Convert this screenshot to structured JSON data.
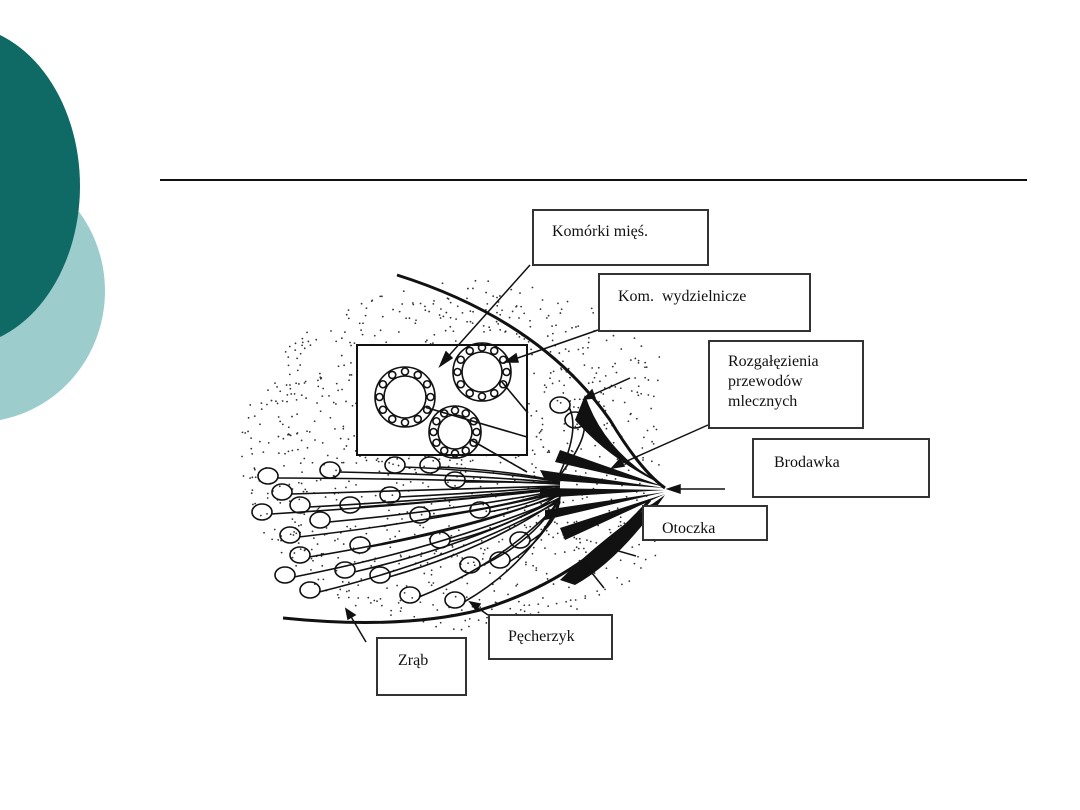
{
  "labels": {
    "muscle_cells": "Komórki mięś.",
    "secretory_cells": "Kom.  wydzielnicze",
    "duct_branches": [
      "Rozgałęzienia",
      "przewodów",
      "mlecznych"
    ],
    "nipple": "Brodawka",
    "areola": "Otoczka",
    "stroma": "Zrąb",
    "alveolus": "Pęcherzyk"
  },
  "colors": {
    "dark_teal": "#0f6a66",
    "light_teal": "#9ccdcc"
  }
}
